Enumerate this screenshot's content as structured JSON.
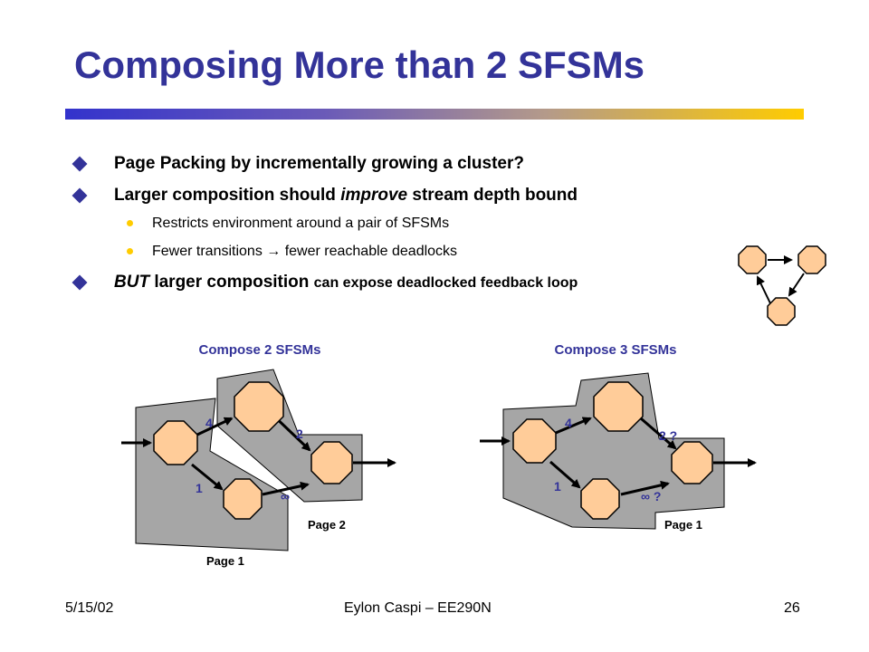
{
  "slide": {
    "title": "Composing More than 2 SFSMs",
    "bullets": [
      {
        "text": "Page Packing by incrementally growing a cluster?"
      },
      {
        "pre": "Larger composition should ",
        "em": "improve",
        "post": " stream depth bound"
      },
      {
        "em": "BUT",
        "mid": " larger composition ",
        "small": "can expose deadlocked feedback loop"
      }
    ],
    "sub_bullets": [
      "Restricts environment around a pair of SFSMs",
      "Fewer transitions → fewer reachable deadlocks"
    ]
  },
  "diagram_left": {
    "caption": "Compose 2 SFSMs",
    "labels": {
      "top": "4",
      "right": "2",
      "left": "1",
      "bottom": "∞"
    },
    "page_a": "Page 2",
    "page_b": "Page 1"
  },
  "diagram_right": {
    "caption": "Compose 3 SFSMs",
    "labels": {
      "top": "4",
      "right": "2 ?",
      "left": "1",
      "bottom": "∞ ?"
    },
    "page": "Page 1"
  },
  "footer": {
    "date": "5/15/02",
    "author": "Eylon Caspi – EE290N",
    "page_number": "26"
  },
  "colors": {
    "title": "#333399",
    "node_fill": "#ffcc99",
    "cluster_fill": "#a6a6a6",
    "label": "#333399"
  }
}
